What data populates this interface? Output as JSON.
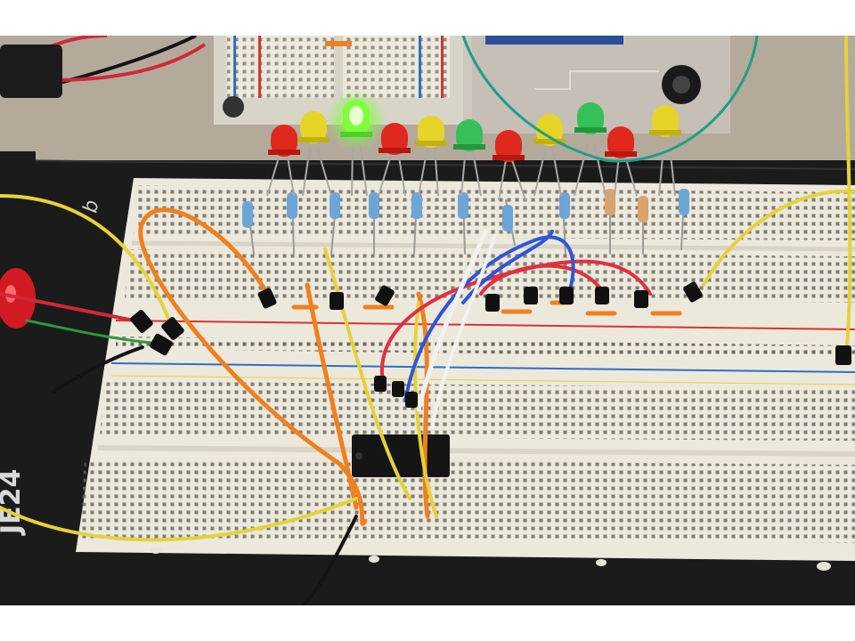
{
  "photo": {
    "subject": "breadboard-led-circuit",
    "colors": {
      "background": "#ffffff",
      "desk": "#b4aa9b",
      "board_base": "#1b1b1b",
      "breadboard": "#ece8dc",
      "rail_red": "#d8342c",
      "rail_blue": "#2f6fc0",
      "wire_orange": "#f0801e",
      "wire_yellow": "#e4d23a",
      "wire_red": "#e03040",
      "wire_blue": "#2e56d8",
      "wire_white": "#f2f2f2",
      "wire_teal": "#1e9f86",
      "led_red": "#e0281e",
      "led_yellow": "#e6d428",
      "led_green": "#36c05a",
      "led_lit": "#7dff3a"
    },
    "leds": [
      "red",
      "yellow",
      "green-lit",
      "red",
      "yellow",
      "green",
      "red",
      "yellow",
      "green",
      "red",
      "yellow"
    ],
    "board_text": {
      "left_letters": "b",
      "side_label": "JE24"
    }
  }
}
